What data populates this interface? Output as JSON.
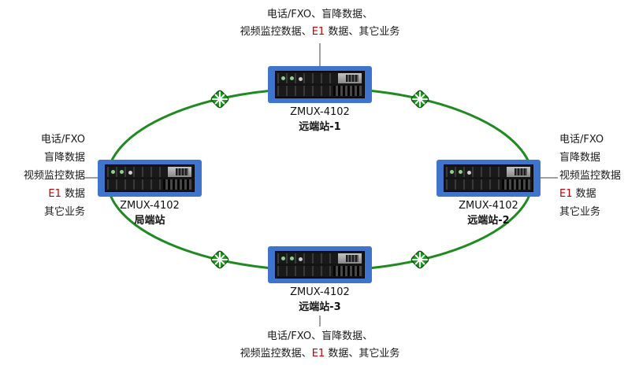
{
  "colors": {
    "ring_green": "#1f8a1f",
    "node_icon_green": "#1e9a1e",
    "device_blue": "#3E74CC",
    "e1_red": "#C00000",
    "text": "#1a1a1a"
  },
  "nodes": {
    "remote1": {
      "model": "ZMUX-4102",
      "name": "远端站-1"
    },
    "central": {
      "model": "ZMUX-4102",
      "name": "局端站"
    },
    "remote2": {
      "model": "ZMUX-4102",
      "name": "远端站-2"
    },
    "remote3": {
      "model": "ZMUX-4102",
      "name": "远端站-3"
    }
  },
  "top_services": {
    "line1": "电话/FXO、盲降数据、",
    "line2_pre": "视频监控数据、",
    "line2_red": "E1",
    "line2_post": " 数据、其它业务"
  },
  "bottom_services": {
    "line1": "电话/FXO、盲降数据、",
    "line2_pre": "视频监控数据、",
    "line2_red": "E1",
    "line2_post": " 数据、其它业务"
  },
  "left_services": {
    "item1": "电话/FXO",
    "item2": "盲降数据",
    "item3": "视频监控数据",
    "item4_red": "E1",
    "item4_post": " 数据",
    "item5": "其它业务"
  },
  "right_services": {
    "item1": "电话/FXO",
    "item2": "盲降数据",
    "item3": "视频监控数据",
    "item4_red": "E1",
    "item4_post": " 数据",
    "item5": "其它业务"
  }
}
